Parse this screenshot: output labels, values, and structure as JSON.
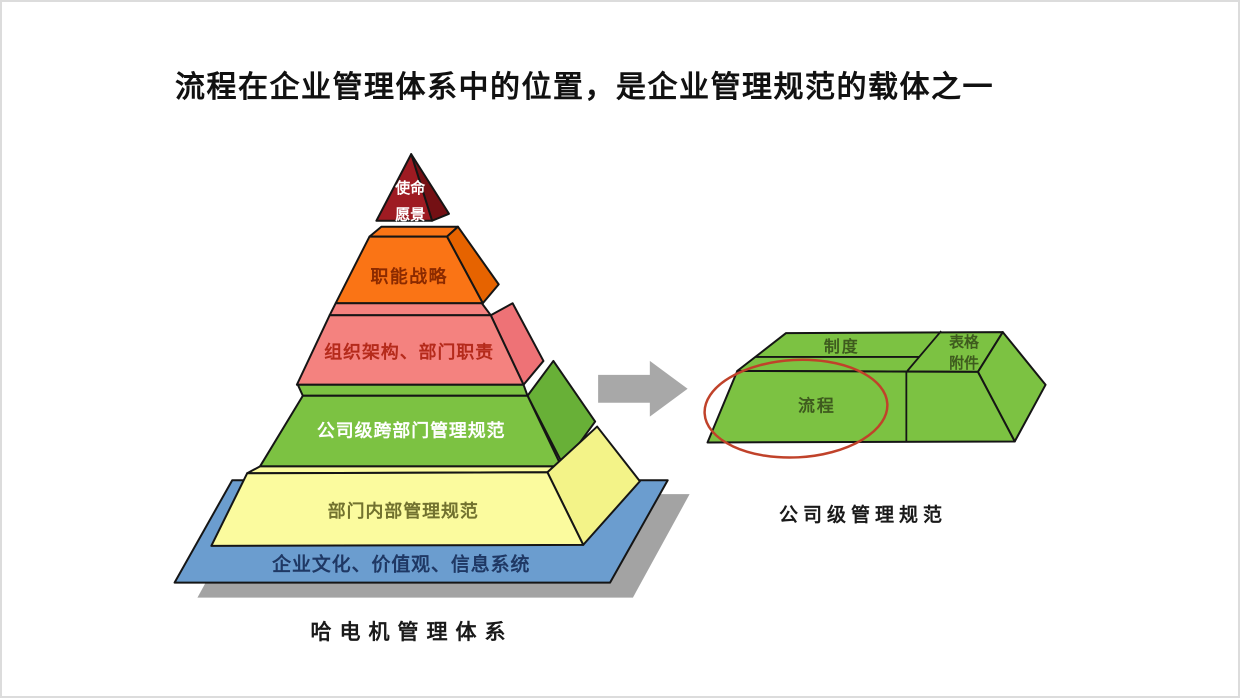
{
  "title": "流程在企业管理体系中的位置，是企业管理规范的载体之一",
  "pyramid": {
    "caption": "哈电机管理体系",
    "layers": [
      {
        "id": "mission-vision",
        "line1": "使命",
        "line2": "愿景",
        "color": "#9E1B22",
        "side_color": "#741014",
        "text_color": "#FFFFFF"
      },
      {
        "id": "functional-strategy",
        "label": "职能战略",
        "color": "#FA7415",
        "side_color": "#E66300",
        "text_color": "#8B2A00"
      },
      {
        "id": "org-structure",
        "label": "组织架构、部门职责",
        "color": "#F4827F",
        "side_color": "#EE7276",
        "text_color": "#B52A1B"
      },
      {
        "id": "company-cross-dept",
        "label": "公司级跨部门管理规范",
        "color": "#7CC242",
        "side_color": "#68B037",
        "text_color": "#FFFFFF"
      },
      {
        "id": "dept-internal",
        "label": "部门内部管理规范",
        "color": "#FBFB9E",
        "side_color": "#F3F388",
        "text_color": "#72722F"
      },
      {
        "id": "culture-base",
        "label": "企业文化、价值观、信息系统",
        "color": "#6B9DCF",
        "text_color": "#1F3864"
      }
    ],
    "shadow_color": "#A3A3A3"
  },
  "arrow": {
    "color": "#A8A8A8"
  },
  "slab": {
    "caption": "公司级管理规范",
    "color": "#7CC242",
    "text_color": "#3E5B1E",
    "labels": {
      "top": "制度",
      "corner_line1": "表格",
      "corner_line2": "附件",
      "front": "流程"
    },
    "highlight_color": "#C0422A"
  }
}
